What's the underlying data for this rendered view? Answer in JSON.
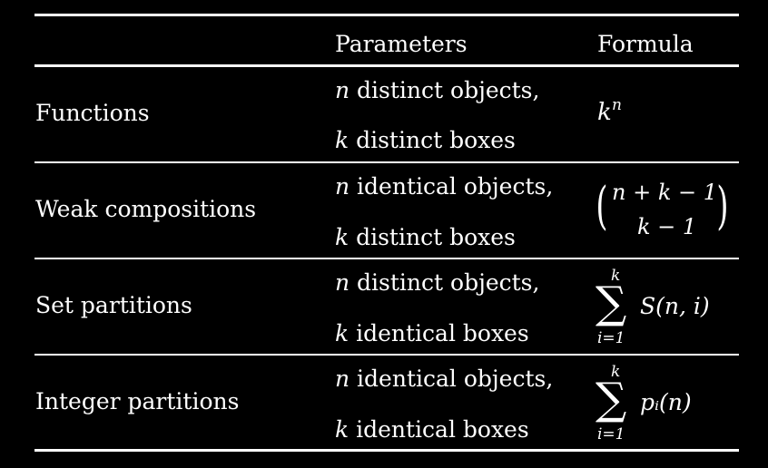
{
  "header": {
    "col_label": "",
    "col_parameters": "Parameters",
    "col_formula": "Formula"
  },
  "rows": [
    {
      "label": "Functions",
      "param_line1_var": "n",
      "param_line1_text": " distinct objects,",
      "param_line2_var": "k",
      "param_line2_text": " distinct boxes",
      "formula": {
        "base": "k",
        "exp": "n"
      }
    },
    {
      "label": "Weak compositions",
      "param_line1_var": "n",
      "param_line1_text": " identical objects,",
      "param_line2_var": "k",
      "param_line2_text": " distinct boxes",
      "formula": {
        "open": "(",
        "top": "n + k − 1",
        "bottom": "k − 1",
        "close": ")"
      }
    },
    {
      "label": "Set partitions",
      "param_line1_var": "n",
      "param_line1_text": " distinct objects,",
      "param_line2_var": "k",
      "param_line2_text": " identical boxes",
      "formula": {
        "sigma": "∑",
        "upper": "k",
        "lower": "i=1",
        "body": "S(n, i)"
      }
    },
    {
      "label": "Integer partitions",
      "param_line1_var": "n",
      "param_line1_text": " identical objects,",
      "param_line2_var": "k",
      "param_line2_text": " identical boxes",
      "formula": {
        "sigma": "∑",
        "upper": "k",
        "lower": "i=1",
        "body": "pᵢ(n)"
      }
    }
  ]
}
